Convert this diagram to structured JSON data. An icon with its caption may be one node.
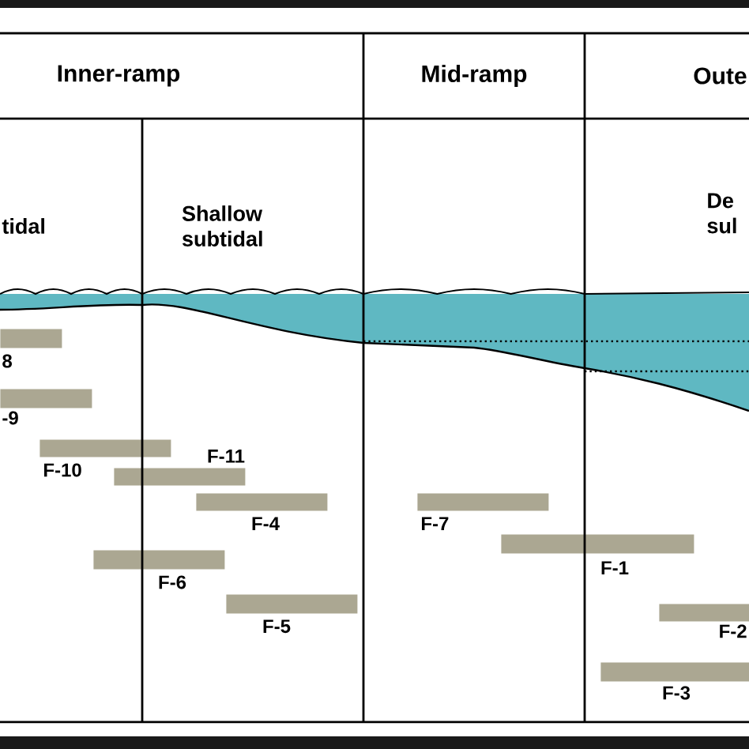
{
  "diagram": {
    "nodes": [
      {
        "text": [],
        "shape": "bar",
        "beside": [
          "8"
        ]
      },
      {
        "text": [],
        "shape": "bar",
        "beside": [
          "-9"
        ]
      },
      {
        "text": [],
        "shape": "bar",
        "beside": [
          "F-10"
        ]
      },
      {
        "text": [],
        "shape": "bar",
        "beside": [
          "F-11"
        ]
      },
      {
        "text": [],
        "shape": "bar",
        "beside": [
          "F-4"
        ]
      },
      {
        "text": [],
        "shape": "bar",
        "beside": [
          "F-6"
        ]
      },
      {
        "text": [],
        "shape": "bar",
        "beside": [
          "F-5"
        ]
      },
      {
        "text": [],
        "shape": "bar",
        "beside": [
          "F-7"
        ]
      },
      {
        "text": [],
        "shape": "bar",
        "beside": [
          "F-1"
        ]
      },
      {
        "text": [],
        "shape": "bar",
        "beside": [
          "F-2"
        ]
      },
      {
        "text": [],
        "shape": "bar",
        "beside": [
          "F-3"
        ]
      }
    ],
    "labels": [
      "Inner-ramp",
      "Mid-ramp",
      "Oute",
      "tidal",
      "Shallow subtidal",
      "De sul"
    ]
  }
}
